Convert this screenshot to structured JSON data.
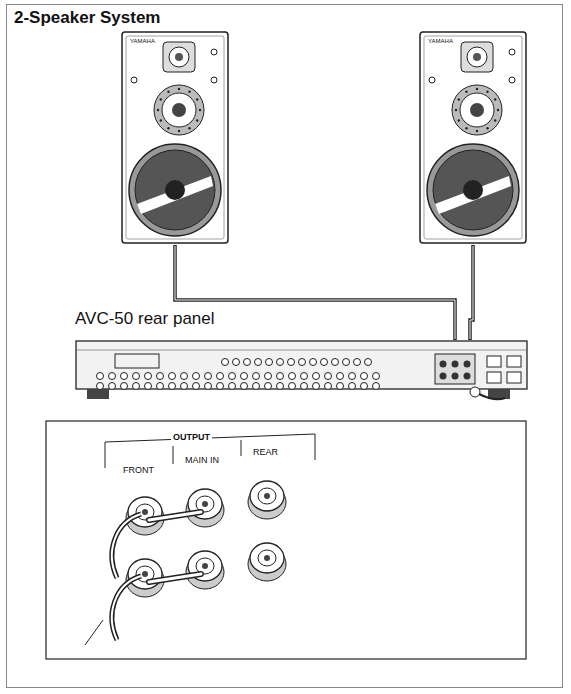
{
  "diagram": {
    "title": "2-Speaker System",
    "nodes": [
      {
        "text": [
          "YAMAHA"
        ]
      },
      {
        "text": [
          "YAMAHA"
        ]
      },
      {
        "text": [
          "AVC-50 rear panel"
        ]
      },
      {
        "text": [
          "OUTPUT",
          "FRONT",
          "MAIN IN",
          "REAR"
        ]
      }
    ],
    "edges": [
      {
        "from": 0,
        "to": 2,
        "arrow": "none"
      },
      {
        "from": 1,
        "to": 2,
        "arrow": "none"
      }
    ]
  }
}
